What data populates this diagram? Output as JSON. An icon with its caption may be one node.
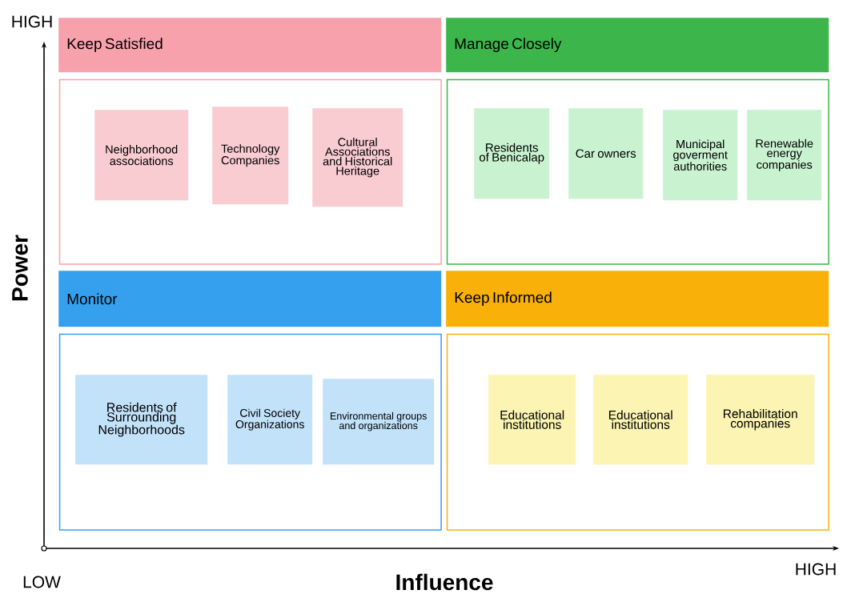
{
  "diagram": {
    "nodes": [
      {
        "text": [
          "Keep Satisfied"
        ]
      },
      {
        "text": [],
        "shape": "box"
      },
      {
        "text": [
          "Neighborhood associations"
        ],
        "in": 1
      },
      {
        "text": [
          "Technology Companies"
        ],
        "in": 1
      },
      {
        "text": [
          "Cultural Associations and Historical Heritage"
        ],
        "in": 1
      },
      {
        "text": [
          "Manage Closely"
        ]
      },
      {
        "text": [],
        "shape": "box"
      },
      {
        "text": [
          "Residents of Benicalap"
        ],
        "in": 6
      },
      {
        "text": [
          "Car owners"
        ],
        "in": 6
      },
      {
        "text": [
          "Municipal goverment authorities"
        ],
        "in": 6
      },
      {
        "text": [
          "Renewable energy companies"
        ],
        "in": 6
      },
      {
        "text": [
          "Monitor"
        ]
      },
      {
        "text": [],
        "shape": "box"
      },
      {
        "text": [
          "Residents of Surrounding Neighborhoods"
        ],
        "in": 12
      },
      {
        "text": [
          "Civil Society Organizations"
        ],
        "in": 12
      },
      {
        "text": [
          "Environmental groups and organizations"
        ],
        "in": 12
      },
      {
        "text": [
          "Keep Informed"
        ]
      },
      {
        "text": [],
        "shape": "box"
      },
      {
        "text": [
          "Educational institutions"
        ],
        "in": 17
      },
      {
        "text": [
          "Educational institutions"
        ],
        "in": 17
      },
      {
        "text": [
          "Rehabilitation companies"
        ],
        "in": 17
      }
    ],
    "labels": [
      "HIGH",
      "Power",
      "LOW",
      "Influence",
      "HIGH"
    ]
  }
}
